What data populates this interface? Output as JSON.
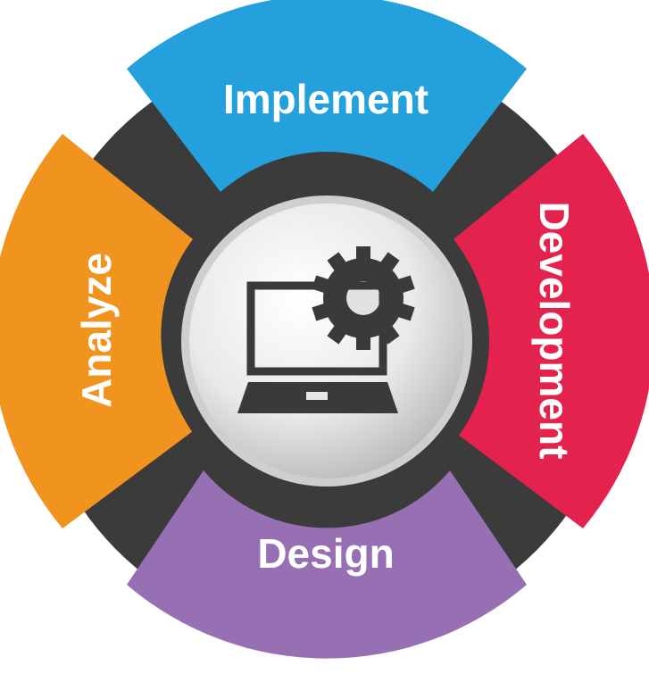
{
  "diagram": {
    "segments": [
      {
        "key": "implement",
        "label": "Implement",
        "color": "#24a1dc"
      },
      {
        "key": "development",
        "label": "Development",
        "color": "#e3234d"
      },
      {
        "key": "design",
        "label": "Design",
        "color": "#9670b2"
      },
      {
        "key": "analyze",
        "label": "Analyze",
        "color": "#f1941f"
      }
    ],
    "ring_color": "#3c3b3b",
    "center_icon": "laptop-gear-icon"
  }
}
